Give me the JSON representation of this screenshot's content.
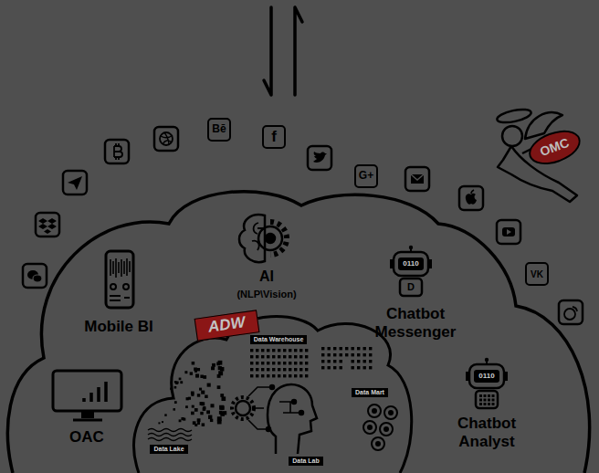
{
  "diagram": {
    "nodes": [
      {
        "text": [
          "Bē"
        ]
      },
      {
        "text": [
          "f"
        ]
      },
      {
        "text": [
          "OMC"
        ]
      },
      {
        "text": [
          "G+"
        ]
      },
      {
        "text": [
          "0110",
          "D"
        ]
      },
      {
        "text": [
          "VK"
        ]
      },
      {
        "text": [
          "ADW"
        ]
      },
      {
        "text": [
          "Data Warehouse"
        ]
      },
      {
        "text": [
          "0110"
        ]
      },
      {
        "text": [
          "Data Mart"
        ]
      },
      {
        "text": [
          "Data Lake"
        ]
      },
      {
        "text": [
          "Data Lab"
        ]
      }
    ],
    "labels": [
      "AI",
      "(NLP\\Vision)",
      "Mobile BI",
      "Chatbot Messenger",
      "OAC",
      "Chatbot Analyst"
    ]
  }
}
